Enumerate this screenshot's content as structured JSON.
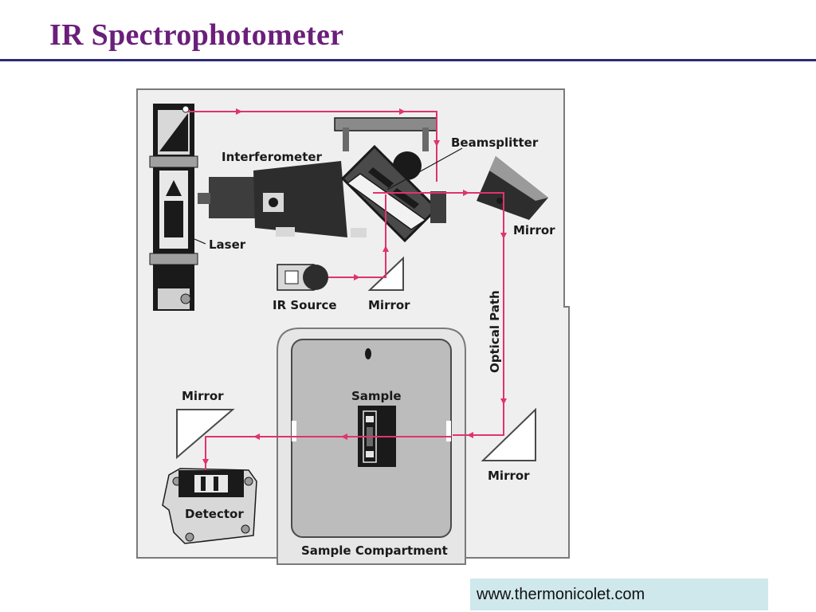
{
  "title": "IR Spectrophotometer",
  "labels": {
    "interferometer": "Interferometer",
    "beamsplitter": "Beamsplitter",
    "laser": "Laser",
    "mirror": "Mirror",
    "ir_source": "IR Source",
    "optical_path": "Optical Path",
    "sample": "Sample",
    "detector": "Detector",
    "sample_compartment": "Sample Compartment"
  },
  "source_url": "www.thermonicolet.com",
  "colors": {
    "title": "#6a1f7a",
    "title_rule": "#2b2b7a",
    "beam": "#e0336e",
    "component": "#2d2d2d",
    "panel": "#efefef",
    "compartment": "#bcbcbc",
    "source_box": "#cfe8ec"
  }
}
